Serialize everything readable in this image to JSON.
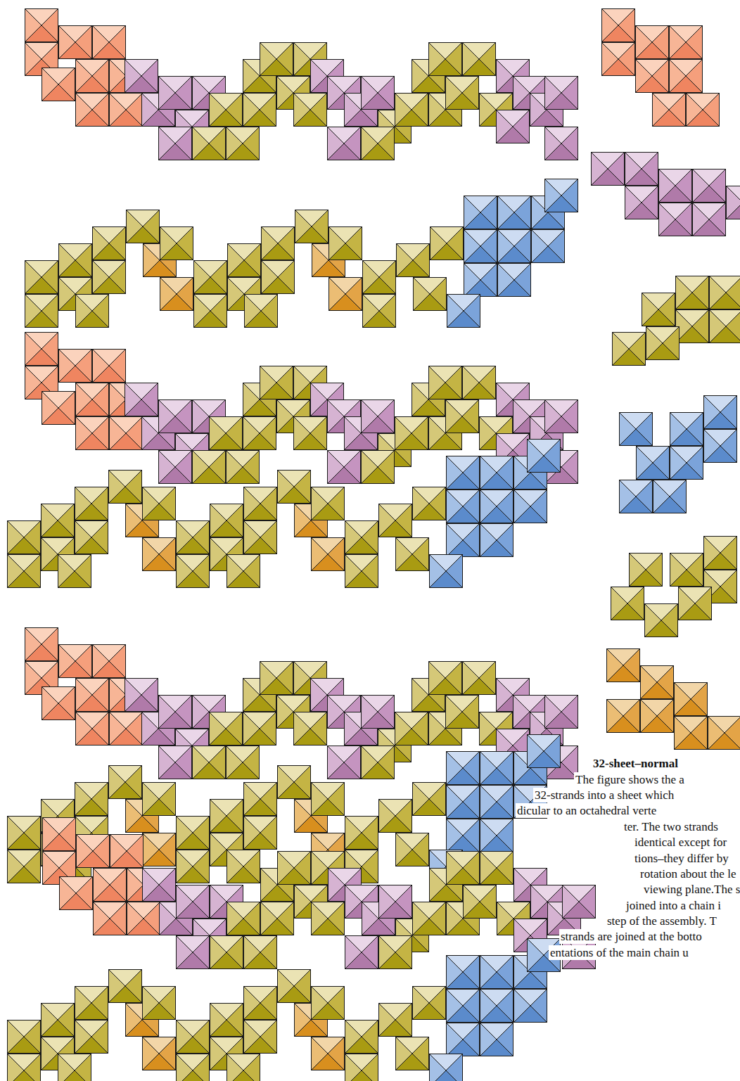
{
  "diagram": {
    "title": "32-sheet–normal",
    "labels": [
      "The figure shows the a",
      "32-strands into a sheet which",
      "dicular to an octahedral verte",
      "ter. The two strands",
      "identical except for",
      "tions–they differ by",
      "rotation about the le",
      "viewing plane.The s",
      "joined into a chain i",
      "step of the assembly. T",
      "strands are joined at the botto",
      "entations of the main chain u"
    ]
  }
}
